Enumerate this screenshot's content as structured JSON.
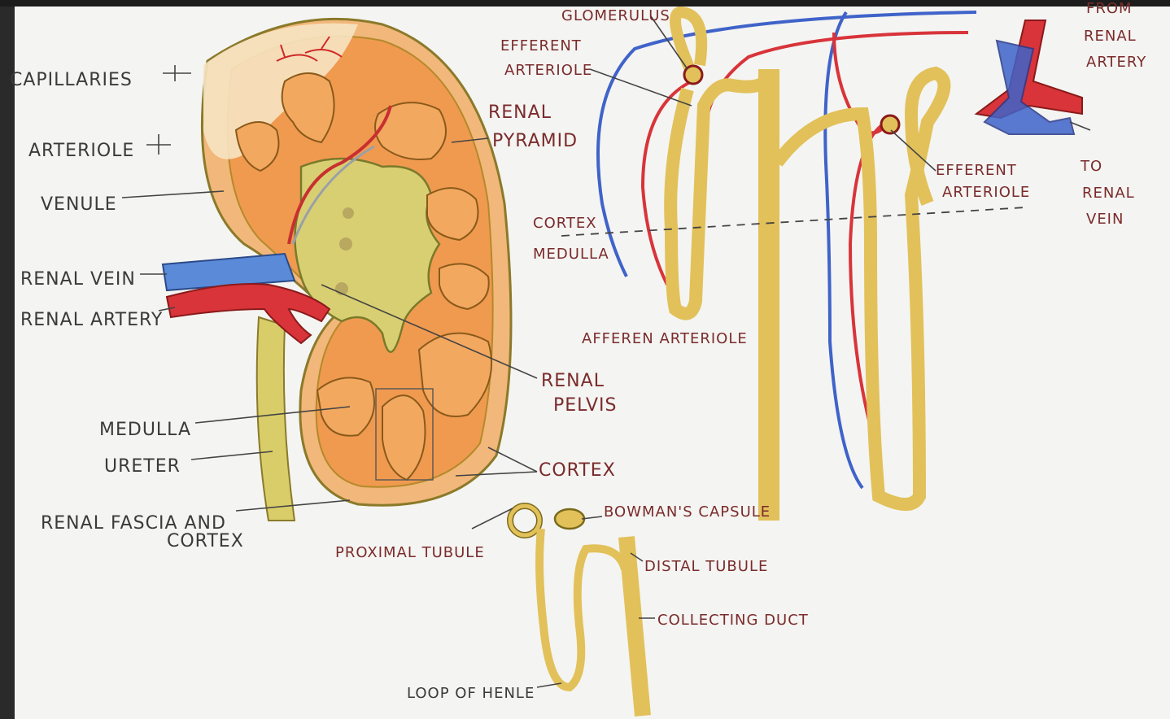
{
  "labels": {
    "capillaries": "CAPILLARIES",
    "arteriole": "ARTERIOLE",
    "venule": "VENULE",
    "renal_vein": "RENAL VEIN",
    "renal_artery": "RENAL ARTERY",
    "medulla": "MEDULLA",
    "ureter": "URETER",
    "renal_fascia_1": "RENAL FASCIA AND",
    "renal_fascia_2": "CORTEX",
    "glomerulus": "GLOMERULUS",
    "efferent_arteriole_top_1": "EFFERENT",
    "efferent_arteriole_top_2": "ARTERIOLE",
    "renal_pyramid_1": "RENAL",
    "renal_pyramid_2": "PYRAMID",
    "cortex_small": "CORTEX",
    "medulla_small": "MEDULLA",
    "afferent_arteriole": "AFFEREN ARTERIOLE",
    "renal_pelvis_1": "RENAL",
    "renal_pelvis_2": "PELVIS",
    "cortex": "CORTEX",
    "from_renal_artery_1": "FROM",
    "from_renal_artery_2": "RENAL",
    "from_renal_artery_3": "ARTERY",
    "efferent_arteriole_right_1": "EFFERENT",
    "efferent_arteriole_right_2": "ARTERIOLE",
    "to_renal_vein_1": "TO",
    "to_renal_vein_2": "RENAL",
    "to_renal_vein_3": "VEIN",
    "bowmans_capsule": "BOWMAN'S CAPSULE",
    "proximal_tubule": "PROXIMAL TUBULE",
    "distal_tubule": "DISTAL TUBULE",
    "collecting_duct": "COLLECTING DUCT",
    "loop_of_henle": "LOOP OF HENLE"
  },
  "colors": {
    "board": "#f4f4f2",
    "tubule": "#e2c15a",
    "kidney_orange": "#f0a860",
    "pelvis": "#d9d07a",
    "artery": "#d8343a",
    "vein": "#3f63c9"
  }
}
